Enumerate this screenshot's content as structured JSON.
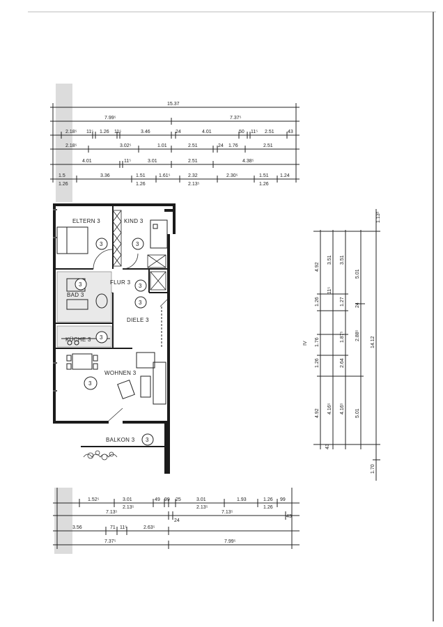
{
  "top_dims": {
    "row1": [
      "15.37"
    ],
    "row2": [
      "7.99⁵",
      "7.37⁵"
    ],
    "row3": [
      "2.18⁵",
      "11⁵",
      "1.26",
      "11⁵",
      "3.46",
      "24",
      "4.01",
      "50",
      "11⁵",
      "2.51",
      "43"
    ],
    "row4": [
      "2.18⁵",
      "3.02⁵",
      "1.01",
      "2.51",
      "24",
      "1.76",
      "2.51"
    ],
    "row5": [
      "4.01",
      "11⁵",
      "3.01",
      "2.51",
      "4.38⁵"
    ],
    "row6": [
      "1.5",
      "3.36",
      "1.51",
      "1.61⁵",
      "2.32",
      "2.30⁵",
      "1.51",
      "1.24"
    ],
    "row6b": [
      "1.26",
      "1.26",
      "2.13⁵",
      "1.26"
    ]
  },
  "rooms": {
    "eltern": "ELTERN 3",
    "kind": "KIND 3",
    "flur": "FLUR 3",
    "bad": "BAD 3",
    "diele": "DIELE 3",
    "kueche": "KÜCHE 3",
    "wohnen": "WOHNEN 3",
    "balkon": "BALKON 3"
  },
  "circle_label": "3",
  "right_dims": {
    "outer": [
      "1.13⁵",
      "5.01",
      "14.12",
      "5.01",
      "1.70"
    ],
    "mid": [
      "4.92",
      "1.26",
      "1.76",
      "1.26",
      "4.92",
      "43"
    ],
    "inner": [
      "3.51",
      "3.51",
      "1.27",
      "1.87⁵",
      "2.88⁵",
      "2.64",
      "4.16⁵",
      "4.16⁵",
      "24",
      "11⁵"
    ],
    "label": "IV"
  },
  "bottom_dims": {
    "row1": [
      "1.52⁵",
      "3.01",
      "49",
      "99",
      "25",
      "3.01",
      "1.93",
      "1.26",
      "99"
    ],
    "row1b": [
      "2.13⁵",
      "2.13⁵",
      "1.26"
    ],
    "row2": [
      "7.13⁵",
      "24",
      "7.13⁵",
      "43"
    ],
    "row3": [
      "3.56",
      "71",
      "11⁵",
      "2.63⁵"
    ],
    "row4": [
      "7.37⁵",
      "7.99⁵"
    ]
  }
}
